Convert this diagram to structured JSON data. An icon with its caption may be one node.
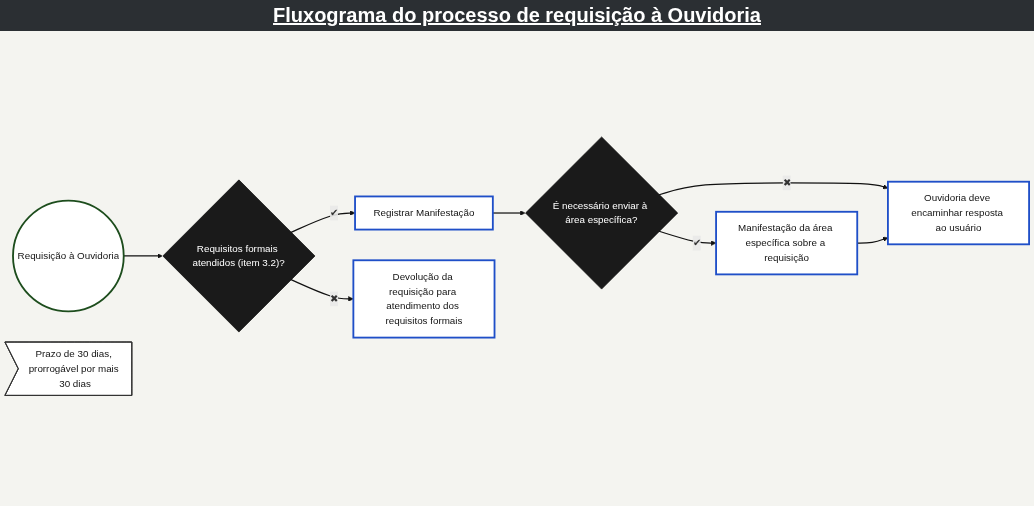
{
  "diagram": {
    "title": "Fluxograma do processo de requisição à Ouvidoria",
    "nodes": [
      {
        "text": [
          "Requisição à Ouvidoria"
        ]
      },
      {
        "text": [
          "Requisitos formais atendidos (item 3.2)?"
        ]
      },
      {
        "text": [
          "Registrar Manifestação"
        ]
      },
      {
        "text": [
          "Devolução da requisição para atendimento dos requisitos formais"
        ]
      },
      {
        "text": [
          "É necessário enviar à área específica?"
        ]
      },
      {
        "text": [
          "Prazo de 30 dias, prorrogável por mais 30 dias"
        ]
      },
      {
        "text": [
          "Manifestação da área específica sobre a requisição"
        ]
      },
      {
        "text": [
          "Ouvidoria deve encaminhar resposta ao usuário"
        ]
      }
    ],
    "edges": [
      {
        "from": 0,
        "to": 1,
        "arrow": "to"
      },
      {
        "from": 1,
        "to": 2,
        "arrow": "to",
        "label": "✔"
      },
      {
        "from": 1,
        "to": 3,
        "arrow": "to",
        "label": "✖"
      },
      {
        "from": 2,
        "to": 4,
        "arrow": "to"
      },
      {
        "from": 4,
        "to": 6,
        "arrow": "to",
        "label": "✔"
      },
      {
        "from": 4,
        "to": 7,
        "arrow": "to",
        "label": "✖"
      },
      {
        "from": 6,
        "to": 7,
        "arrow": "to"
      }
    ]
  }
}
